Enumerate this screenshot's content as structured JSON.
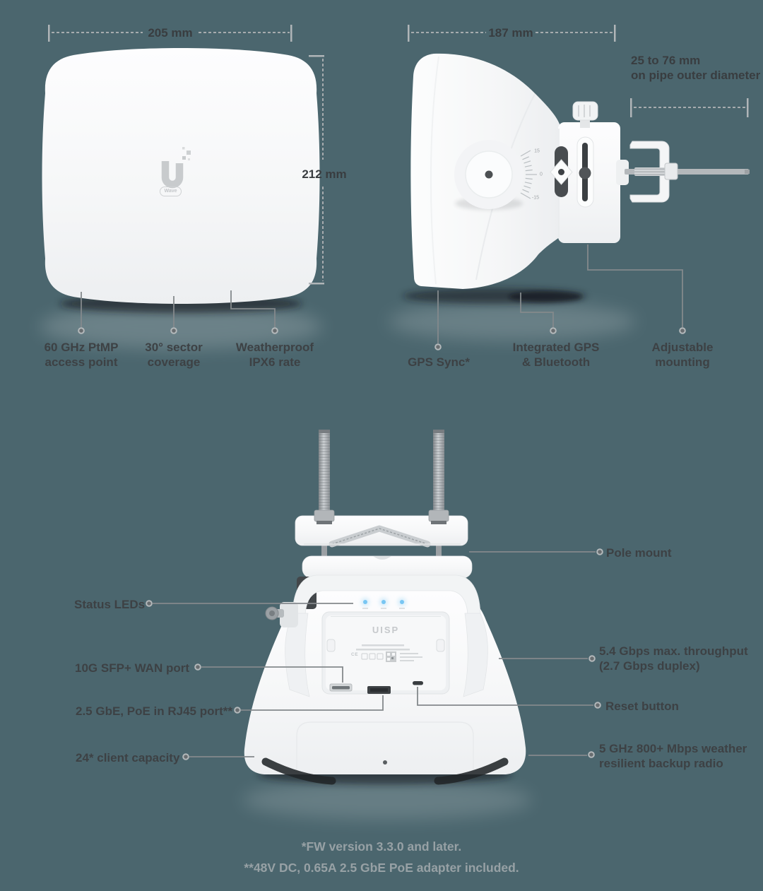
{
  "title": "Wave AP product dimension and feature infographic",
  "colors": {
    "background": "#4b666e",
    "label_text": "#3d4144",
    "footnote_text": "#97a1a5",
    "callout_line": "#84898c",
    "dimension_line": "#a6abae",
    "device_white": "#f6f7f8",
    "led_blue": "#78c6f3"
  },
  "front_view": {
    "width_dim": "205 mm",
    "height_dim": "212 mm",
    "logo_badge": "Wave",
    "callouts": [
      {
        "label": "60 GHz PtMP\naccess point"
      },
      {
        "label": "30° sector\ncoverage"
      },
      {
        "label": "Weatherproof\nIPX6 rate"
      }
    ]
  },
  "side_view": {
    "width_dim": "187 mm",
    "pipe_dim": "25 to 76 mm\non pipe outer diameter",
    "tilt_scale": {
      "top": "15",
      "mid": "0",
      "bottom": "-15"
    },
    "callouts": [
      {
        "label": "GPS Sync*"
      },
      {
        "label": "Integrated GPS\n& Bluetooth"
      },
      {
        "label": "Adjustable\nmounting"
      }
    ]
  },
  "rear_view": {
    "panel_logo": "UISP",
    "ce_mark": "CE",
    "left_callouts": [
      {
        "label": "Status LEDs"
      },
      {
        "label": "10G SFP+ WAN port"
      },
      {
        "label": "2.5 GbE, PoE in RJ45 port**"
      },
      {
        "label": "24* client capacity"
      }
    ],
    "right_callouts": [
      {
        "label": "Pole mount"
      },
      {
        "label": "5.4 Gbps max. throughput\n(2.7 Gbps duplex)"
      },
      {
        "label": "Reset button"
      },
      {
        "label": "5 GHz 800+ Mbps weather\nresilient backup radio"
      }
    ]
  },
  "footnotes": [
    "*FW version 3.3.0 and later.",
    "**48V DC, 0.65A 2.5 GbE PoE adapter included."
  ]
}
